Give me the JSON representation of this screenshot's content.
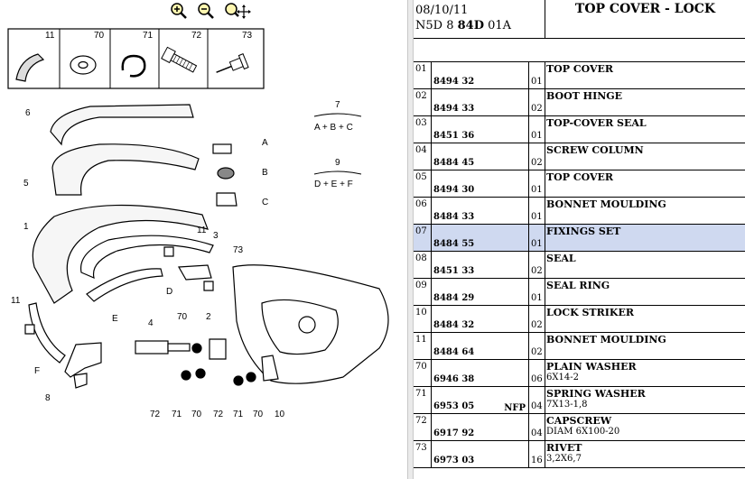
{
  "header": {
    "date": "08/10/11",
    "code_prefix": "N5D 8 ",
    "code_bold": "84D",
    "code_suffix": " 01A",
    "title": "TOP COVER - LOCK"
  },
  "toolbar": {
    "icons": [
      "zoom-in-icon",
      "zoom-out-icon",
      "zoom-pan-icon"
    ]
  },
  "diagram": {
    "legend_header": [
      "11",
      "70",
      "71",
      "72",
      "73"
    ],
    "kit_7_number": "7",
    "kit_7_formula": "A + B + C",
    "kit_9_number": "9",
    "kit_9_formula": "D + E + F",
    "callouts": [
      "6",
      "5",
      "1",
      "11",
      "3",
      "73",
      "D",
      "E",
      "11",
      "F",
      "8",
      "4",
      "70",
      "2",
      "72",
      "71",
      "70",
      "72",
      "71",
      "70",
      "10",
      "A",
      "B",
      "C"
    ]
  },
  "parts": [
    {
      "no": "01",
      "ref": "8494 32",
      "qty": "01",
      "desc": "TOP COVER",
      "sub": "",
      "nfp": ""
    },
    {
      "no": "02",
      "ref": "8494 33",
      "qty": "02",
      "desc": "BOOT HINGE",
      "sub": "",
      "nfp": ""
    },
    {
      "no": "03",
      "ref": "8451 36",
      "qty": "01",
      "desc": "TOP-COVER SEAL",
      "sub": "",
      "nfp": ""
    },
    {
      "no": "04",
      "ref": "8484 45",
      "qty": "02",
      "desc": "SCREW COLUMN",
      "sub": "",
      "nfp": ""
    },
    {
      "no": "05",
      "ref": "8494 30",
      "qty": "01",
      "desc": "TOP COVER",
      "sub": "",
      "nfp": ""
    },
    {
      "no": "06",
      "ref": "8484 33",
      "qty": "01",
      "desc": "BONNET MOULDING",
      "sub": "",
      "nfp": ""
    },
    {
      "no": "07",
      "ref": "8484 55",
      "qty": "01",
      "desc": "FIXINGS SET",
      "sub": "",
      "nfp": ""
    },
    {
      "no": "08",
      "ref": "8451 33",
      "qty": "02",
      "desc": "SEAL",
      "sub": "",
      "nfp": ""
    },
    {
      "no": "09",
      "ref": "8484 29",
      "qty": "01",
      "desc": "SEAL RING",
      "sub": "",
      "nfp": ""
    },
    {
      "no": "10",
      "ref": "8484 32",
      "qty": "02",
      "desc": "LOCK STRIKER",
      "sub": "",
      "nfp": ""
    },
    {
      "no": "11",
      "ref": "8484 64",
      "qty": "02",
      "desc": "BONNET MOULDING",
      "sub": "",
      "nfp": ""
    },
    {
      "no": "70",
      "ref": "6946 38",
      "qty": "06",
      "desc": "PLAIN WASHER",
      "sub": "6X14-2",
      "nfp": ""
    },
    {
      "no": "71",
      "ref": "6953 05",
      "qty": "04",
      "desc": "SPRING WASHER",
      "sub": "7X13-1,8",
      "nfp": "NFP"
    },
    {
      "no": "72",
      "ref": "6917 92",
      "qty": "04",
      "desc": "CAPSCREW",
      "sub": "DIAM 6X100-20",
      "nfp": ""
    },
    {
      "no": "73",
      "ref": "6973 03",
      "qty": "16",
      "desc": "RIVET",
      "sub": "3,2X6,7",
      "nfp": ""
    }
  ],
  "selected_row": "07"
}
